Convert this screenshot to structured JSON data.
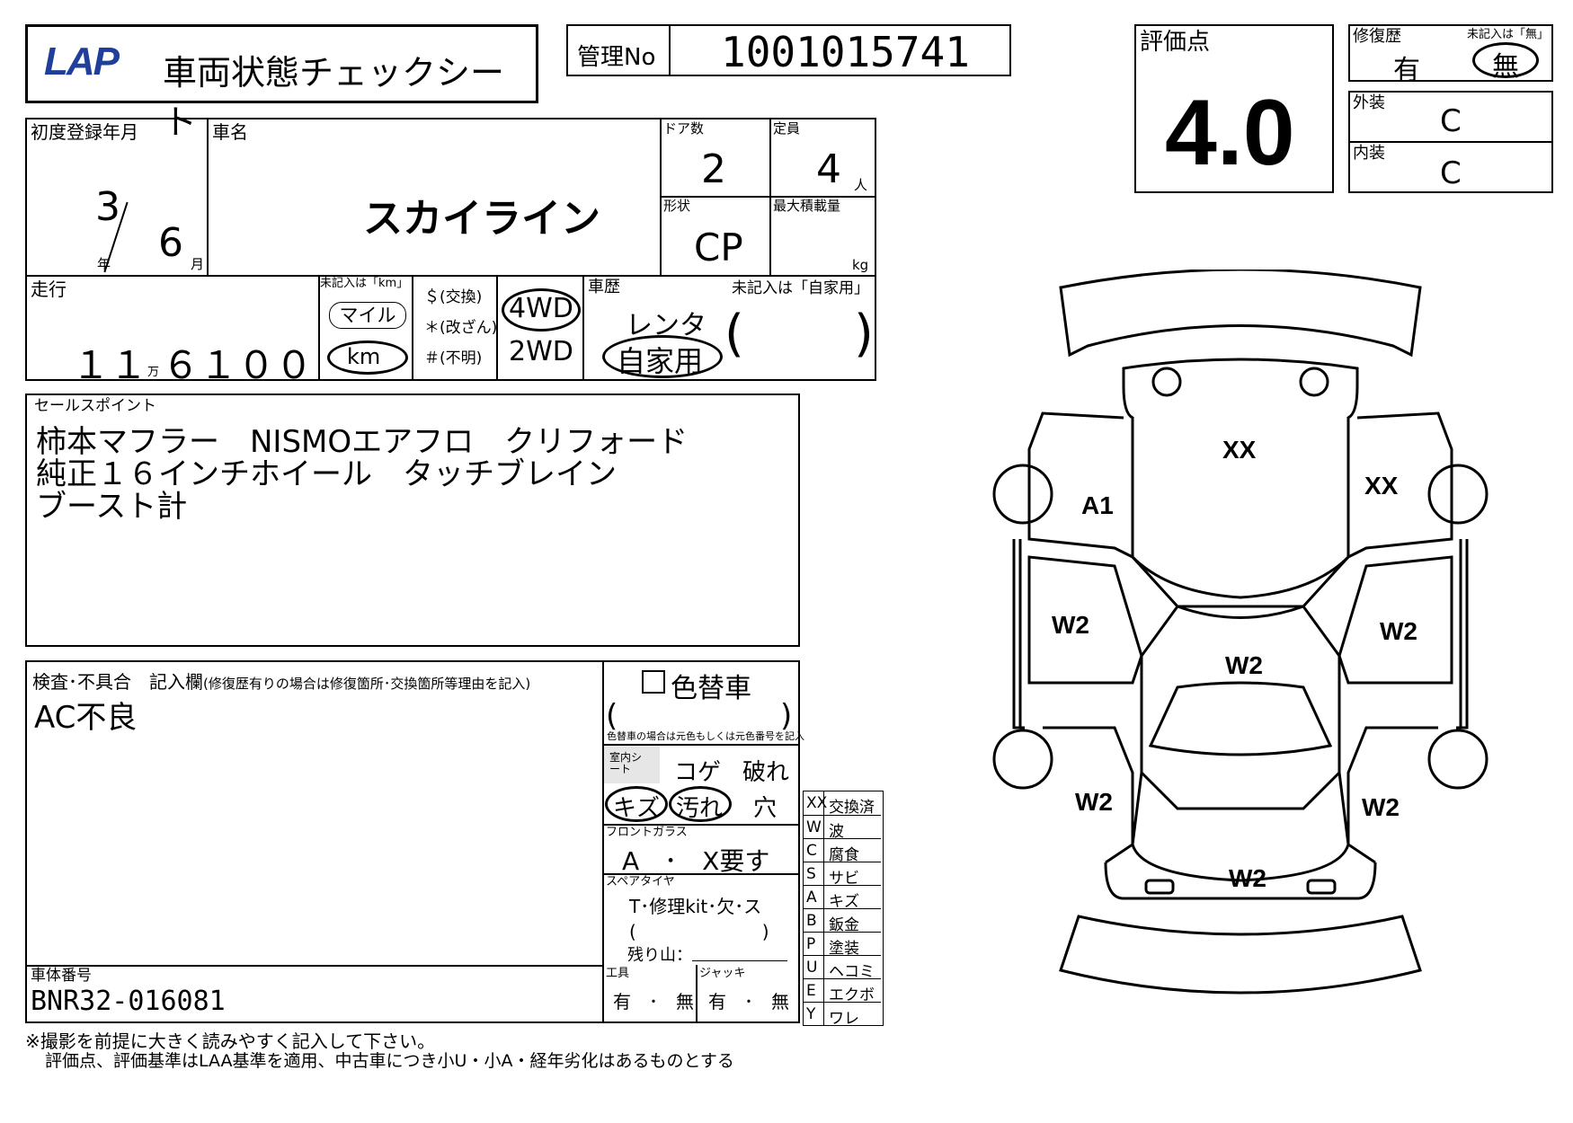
{
  "header": {
    "logo": "LAP",
    "title": "車両状態チェックシート",
    "kanri_label": "管理No",
    "kanri_no": "1001015741"
  },
  "score": {
    "label": "評価点",
    "value": "4.0",
    "repair_label": "修復歴",
    "repair_note": "未記入は「無」",
    "repair_yes": "有",
    "repair_no": "無",
    "exterior_label": "外装",
    "exterior_value": "C",
    "interior_label": "内装",
    "interior_value": "C"
  },
  "vehicle": {
    "reg_label": "初度登録年月",
    "reg_year": "3",
    "year_unit": "年",
    "reg_month": "6",
    "month_unit": "月",
    "name_label": "車名",
    "name": "スカイライン",
    "doors_label": "ドア数",
    "doors": "2",
    "capacity_label": "定員",
    "capacity": "4",
    "capacity_unit": "人",
    "shape_label": "形状",
    "shape": "CP",
    "load_label": "最大積載量",
    "load_unit": "kg"
  },
  "mileage": {
    "label": "走行",
    "unit_note": "未記入は「km」",
    "digits_a": "１１",
    "man": "万",
    "digits_b": "６１００",
    "mile": "マイル",
    "km": "km",
    "opt1": "＄(交換)",
    "opt2": "＊(改ざん)",
    "opt3": "＃(不明)",
    "drive_4wd": "4WD",
    "drive_2wd": "2WD",
    "history_label": "車歴",
    "history_note": "未記入は「自家用」",
    "rental": "レンタ",
    "private": "自家用",
    "paren_open": "(",
    "paren_close": ")"
  },
  "sales": {
    "label": "セールスポイント",
    "line1": "柿本マフラー　NISMOエアフロ　クリフォード",
    "line2": "純正１６インチホイール　タッチブレイン",
    "line3": "ブースト計"
  },
  "inspection": {
    "label": "検査･不具合　記入欄",
    "label_note": "(修復歴有りの場合は修復箇所･交換箇所等理由を記入)",
    "content": "AC不良",
    "vin_label": "車体番号",
    "vin": "BNR32-016081"
  },
  "side": {
    "color_change": "色替車",
    "paren_open": "(",
    "paren_close": ")",
    "color_note": "色替車の場合は元色もしくは元色番号を記入",
    "seat_label": "室内シート",
    "koge": "コゲ",
    "yabure": "破れ",
    "kizu": "キズ",
    "yogore": "汚れ",
    "ana": "穴",
    "front_glass": "フロントガラス",
    "glass_values": "A　･　X要す",
    "spare_tire": "スペアタイヤ",
    "spare_values": "T･修理kit･欠･ス",
    "spare_paren": "(　　　　　　　)",
    "remaining": "残り山：",
    "tools_label": "工具",
    "tools_values": "有　･　無",
    "jack_label": "ジャッキ",
    "jack_values": "有　･　無"
  },
  "legend": [
    {
      "code": "XX",
      "meaning": "交換済"
    },
    {
      "code": "W",
      "meaning": "波"
    },
    {
      "code": "C",
      "meaning": "腐食"
    },
    {
      "code": "S",
      "meaning": "サビ"
    },
    {
      "code": "A",
      "meaning": "キズ"
    },
    {
      "code": "B",
      "meaning": "鈑金"
    },
    {
      "code": "P",
      "meaning": "塗装"
    },
    {
      "code": "U",
      "meaning": "ヘコミ"
    },
    {
      "code": "E",
      "meaning": "エクボ"
    },
    {
      "code": "Y",
      "meaning": "ワレ"
    }
  ],
  "damage": {
    "hood": "XX",
    "front_left_fender": "A1",
    "front_right_fender": "XX",
    "left_door": "W2",
    "right_door": "W2",
    "roof": "W2",
    "rear_left": "W2",
    "rear_right": "W2",
    "trunk": "W2"
  },
  "footer": {
    "line1": "※撮影を前提に大きく読みやすく記入して下さい。",
    "line2": "評価点、評価基準はLAA基準を適用、中古車につき小U・小A・経年劣化はあるものとする"
  }
}
